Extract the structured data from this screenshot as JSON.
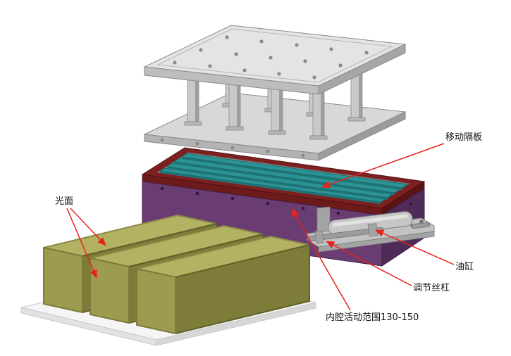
{
  "figure": {
    "type": "exploded-assembly-technical-diagram",
    "background": "#ffffff",
    "labels": {
      "movable_partition": "移动隔板",
      "smooth_surface": "光面",
      "oil_cylinder": "油缸",
      "adjusting_screw": "调节丝杠",
      "cavity_range": "内腔活动范围130-150"
    },
    "colors": {
      "arrow_red": "#e8221c",
      "rim_maroon": "#7c2020",
      "wall_purple": "#6a3d72",
      "wall_purple_dark": "#4f2b58",
      "partition_teal": "#2b9395",
      "block_olive_top": "#b3b162",
      "block_olive_front": "#9d9b4f",
      "block_olive_side": "#7e7c39"
    }
  }
}
